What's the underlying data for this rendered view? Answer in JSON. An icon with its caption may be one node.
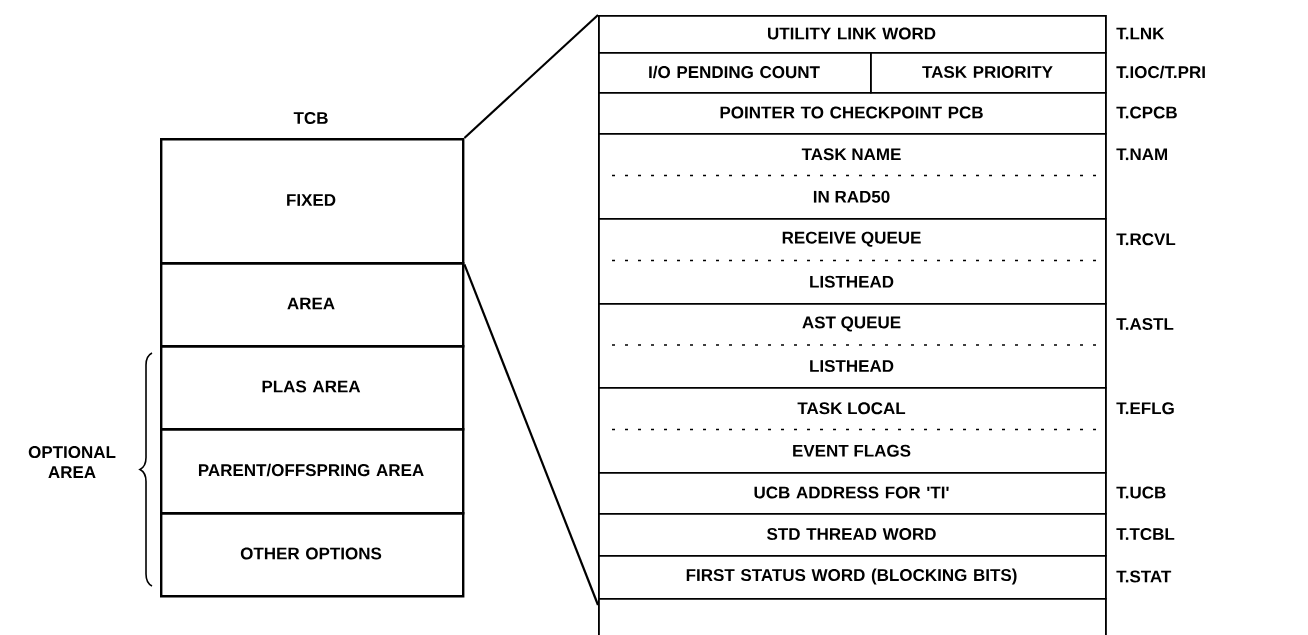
{
  "diagram": {
    "nodes": [
      {
        "text": [
          "TCB",
          "FIXED"
        ]
      },
      {
        "text": [
          "AREA"
        ]
      },
      {
        "text": [
          "PLAS AREA"
        ]
      },
      {
        "text": [
          "PARENT/OFFSPRING AREA"
        ]
      },
      {
        "text": [
          "OTHER OPTIONS"
        ]
      },
      {
        "text": [],
        "shape": "box"
      },
      {
        "text": [
          "UTILITY LINK WORD"
        ],
        "in": 5,
        "beside": [
          "T.LNK"
        ]
      },
      {
        "text": [
          "I/O PENDING COUNT"
        ],
        "in": 5
      },
      {
        "text": [
          "TASK PRIORITY"
        ],
        "in": 5,
        "beside": [
          "T.IOC/T.PRI"
        ]
      },
      {
        "text": [
          "POINTER TO CHECKPOINT PCB"
        ],
        "in": 5,
        "beside": [
          "T.CPCB"
        ]
      },
      {
        "text": [
          "TASK NAME",
          "IN RAD50"
        ],
        "in": 5,
        "beside": [
          "T.NAM"
        ]
      },
      {
        "text": [
          "RECEIVE QUEUE",
          "LISTHEAD"
        ],
        "in": 5,
        "beside": [
          "T.RCVL"
        ]
      },
      {
        "text": [
          "AST QUEUE",
          "LISTHEAD"
        ],
        "in": 5,
        "beside": [
          "T.ASTL"
        ]
      },
      {
        "text": [
          "TASK LOCAL",
          "EVENT FLAGS"
        ],
        "in": 5,
        "beside": [
          "T.EFLG"
        ]
      },
      {
        "text": [
          "UCB ADDRESS FOR 'TI'"
        ],
        "in": 5,
        "beside": [
          "T.UCB"
        ]
      },
      {
        "text": [
          "STD THREAD WORD"
        ],
        "in": 5,
        "beside": [
          "T.TCBL"
        ]
      },
      {
        "text": [
          "FIRST STATUS WORD (BLOCKING BITS)"
        ],
        "in": 5,
        "beside": [
          "T.STAT"
        ]
      },
      {
        "text": [],
        "shape": "box",
        "in": 5
      }
    ],
    "edges": [
      {
        "from": 0,
        "to": 5,
        "arrow": "none"
      },
      {
        "from": 0,
        "to": 5,
        "arrow": "none"
      }
    ],
    "labels": [
      "OPTIONAL AREA"
    ]
  }
}
